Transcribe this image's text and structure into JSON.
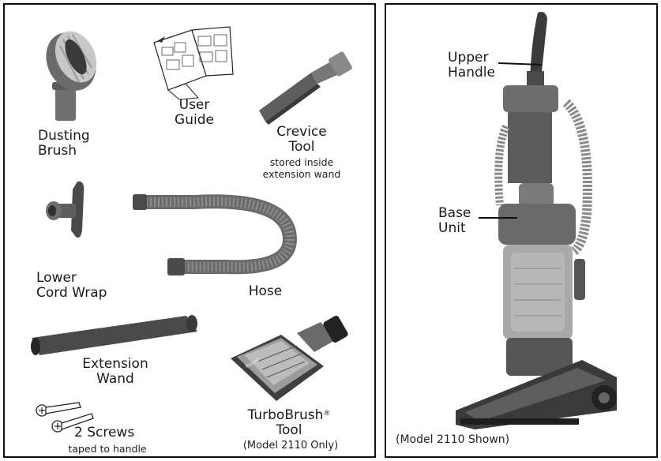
{
  "parts": {
    "dusting_brush": [
      "Dusting",
      "Brush"
    ],
    "user_guide": [
      "User",
      "Guide"
    ],
    "crevice_tool": [
      "Crevice",
      "Tool"
    ],
    "crevice_note": [
      "stored inside",
      "extension wand"
    ],
    "cord_wrap": [
      "Lower",
      "Cord Wrap"
    ],
    "hose": "Hose",
    "extension_wand": [
      "Extension",
      "Wand"
    ],
    "screws": "2 Screws",
    "screws_note": "taped to handle",
    "turbobrush": [
      "TurboBrush",
      "Tool"
    ],
    "turbobrush_reg": "®",
    "turbobrush_note": "(Model 2110 Only)"
  },
  "vacuum": {
    "upper_handle": [
      "Upper",
      "Handle"
    ],
    "base_unit": [
      "Base",
      "Unit"
    ],
    "caption": "(Model 2110 Shown)"
  }
}
